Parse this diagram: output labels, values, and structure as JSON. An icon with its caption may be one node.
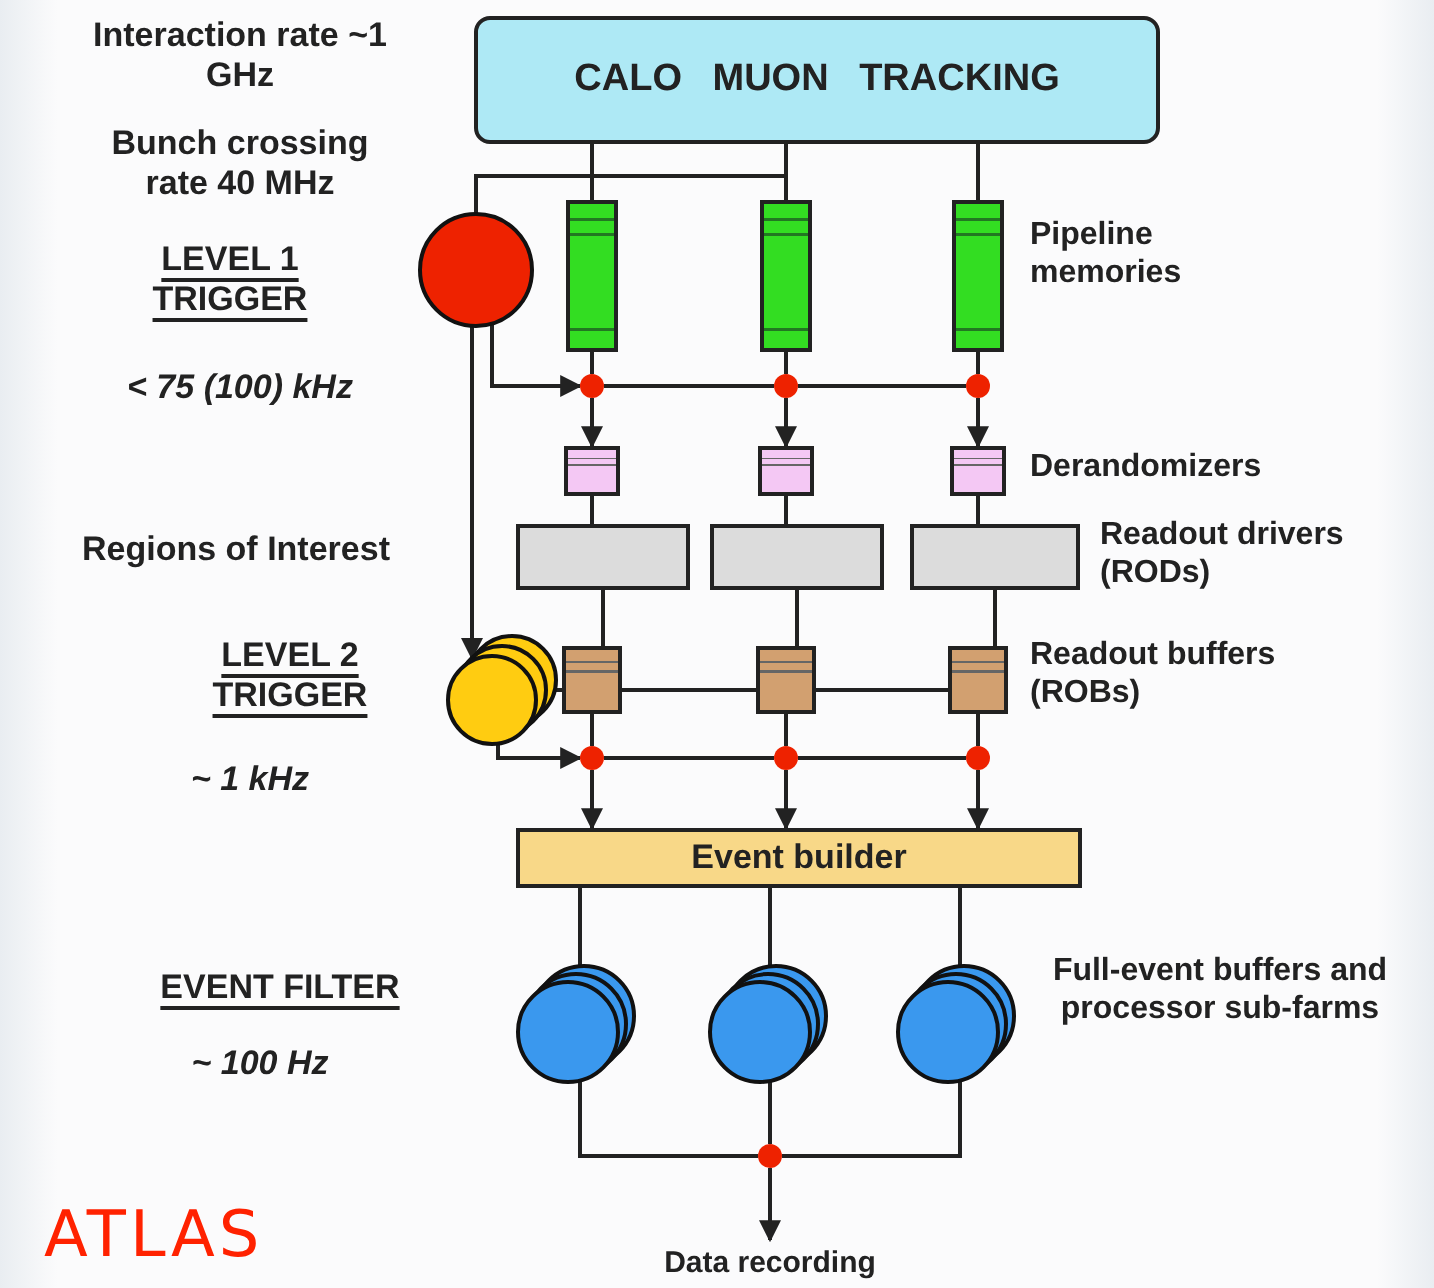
{
  "diagram": {
    "nodes": [
      {
        "text": [
          "CALO MUON TRACKING"
        ]
      },
      {
        "text": [],
        "shape": "circle"
      },
      {
        "text": [],
        "shape": "bar"
      },
      {
        "text": [],
        "shape": "bar"
      },
      {
        "text": [],
        "shape": "bar"
      },
      {
        "text": [],
        "shape": "circle"
      },
      {
        "text": [],
        "shape": "circle"
      },
      {
        "text": [],
        "shape": "circle"
      },
      {
        "text": [],
        "shape": "box"
      },
      {
        "text": [],
        "shape": "box"
      },
      {
        "text": [],
        "shape": "box"
      },
      {
        "text": [],
        "shape": "box"
      },
      {
        "text": [],
        "shape": "box"
      },
      {
        "text": [],
        "shape": "box"
      },
      {
        "text": [],
        "shape": "circle"
      },
      {
        "text": [],
        "shape": "box"
      },
      {
        "text": [],
        "shape": "box"
      },
      {
        "text": [],
        "shape": "box"
      },
      {
        "text": [],
        "shape": "circle"
      },
      {
        "text": [],
        "shape": "circle"
      },
      {
        "text": [],
        "shape": "circle"
      },
      {
        "text": [
          "Event builder"
        ]
      },
      {
        "text": [],
        "shape": "circle"
      },
      {
        "text": [],
        "shape": "circle"
      },
      {
        "text": [],
        "shape": "circle"
      },
      {
        "text": [],
        "shape": "circle"
      },
      {
        "text": [
          "Data recording"
        ]
      }
    ],
    "edges": [
      {
        "from": 0,
        "to": 2,
        "arrow": "none"
      },
      {
        "from": 0,
        "to": 3,
        "arrow": "none"
      },
      {
        "from": 0,
        "to": 4,
        "arrow": "none"
      },
      {
        "from": 0,
        "to": 1,
        "arrow": "none"
      },
      {
        "from": 2,
        "to": 5,
        "arrow": "none"
      },
      {
        "from": 3,
        "to": 6,
        "arrow": "none"
      },
      {
        "from": 4,
        "to": 7,
        "arrow": "none"
      },
      {
        "from": 1,
        "to": 5,
        "arrow": "to"
      },
      {
        "from": 5,
        "to": 6,
        "arrow": "none"
      },
      {
        "from": 6,
        "to": 7,
        "arrow": "none"
      },
      {
        "from": 5,
        "to": 8,
        "arrow": "to"
      },
      {
        "from": 6,
        "to": 9,
        "arrow": "to"
      },
      {
        "from": 7,
        "to": 10,
        "arrow": "to"
      },
      {
        "from": 8,
        "to": 11,
        "arrow": "none"
      },
      {
        "from": 9,
        "to": 12,
        "arrow": "none"
      },
      {
        "from": 10,
        "to": 13,
        "arrow": "none"
      },
      {
        "from": 11,
        "to": 15,
        "arrow": "none"
      },
      {
        "from": 12,
        "to": 16,
        "arrow": "none"
      },
      {
        "from": 13,
        "to": 17,
        "arrow": "none"
      },
      {
        "from": 1,
        "to": 14,
        "arrow": "to"
      },
      {
        "from": 14,
        "to": 15,
        "arrow": "none"
      },
      {
        "from": 15,
        "to": 16,
        "arrow": "none"
      },
      {
        "from": 16,
        "to": 17,
        "arrow": "none"
      },
      {
        "from": 15,
        "to": 18,
        "arrow": "none"
      },
      {
        "from": 16,
        "to": 19,
        "arrow": "none"
      },
      {
        "from": 17,
        "to": 20,
        "arrow": "none"
      },
      {
        "from": 14,
        "to": 18,
        "arrow": "to"
      },
      {
        "from": 18,
        "to": 19,
        "arrow": "none"
      },
      {
        "from": 19,
        "to": 20,
        "arrow": "none"
      },
      {
        "from": 18,
        "to": 21,
        "arrow": "to"
      },
      {
        "from": 19,
        "to": 21,
        "arrow": "to"
      },
      {
        "from": 20,
        "to": 21,
        "arrow": "to"
      },
      {
        "from": 21,
        "to": 22,
        "arrow": "none"
      },
      {
        "from": 21,
        "to": 23,
        "arrow": "none"
      },
      {
        "from": 21,
        "to": 24,
        "arrow": "none"
      },
      {
        "from": 22,
        "to": 25,
        "arrow": "none"
      },
      {
        "from": 23,
        "to": 25,
        "arrow": "none"
      },
      {
        "from": 24,
        "to": 25,
        "arrow": "none"
      },
      {
        "from": 25,
        "to": 26,
        "arrow": "to"
      }
    ],
    "labels": [
      "Interaction rate ~1 GHz",
      "Bunch crossing rate 40 MHz",
      "Pipeline memories",
      "LEVEL 1 TRIGGER",
      "< 75 (100) kHz",
      "Derandomizers",
      "Regions of Interest",
      "Readout drivers (RODs)",
      "LEVEL 2 TRIGGER",
      "Readout buffers (ROBs)",
      "~ 1 kHz",
      "EVENT FILTER",
      "Full-event buffers and processor sub-farms",
      "~ 100 Hz",
      "ATLAS"
    ]
  }
}
